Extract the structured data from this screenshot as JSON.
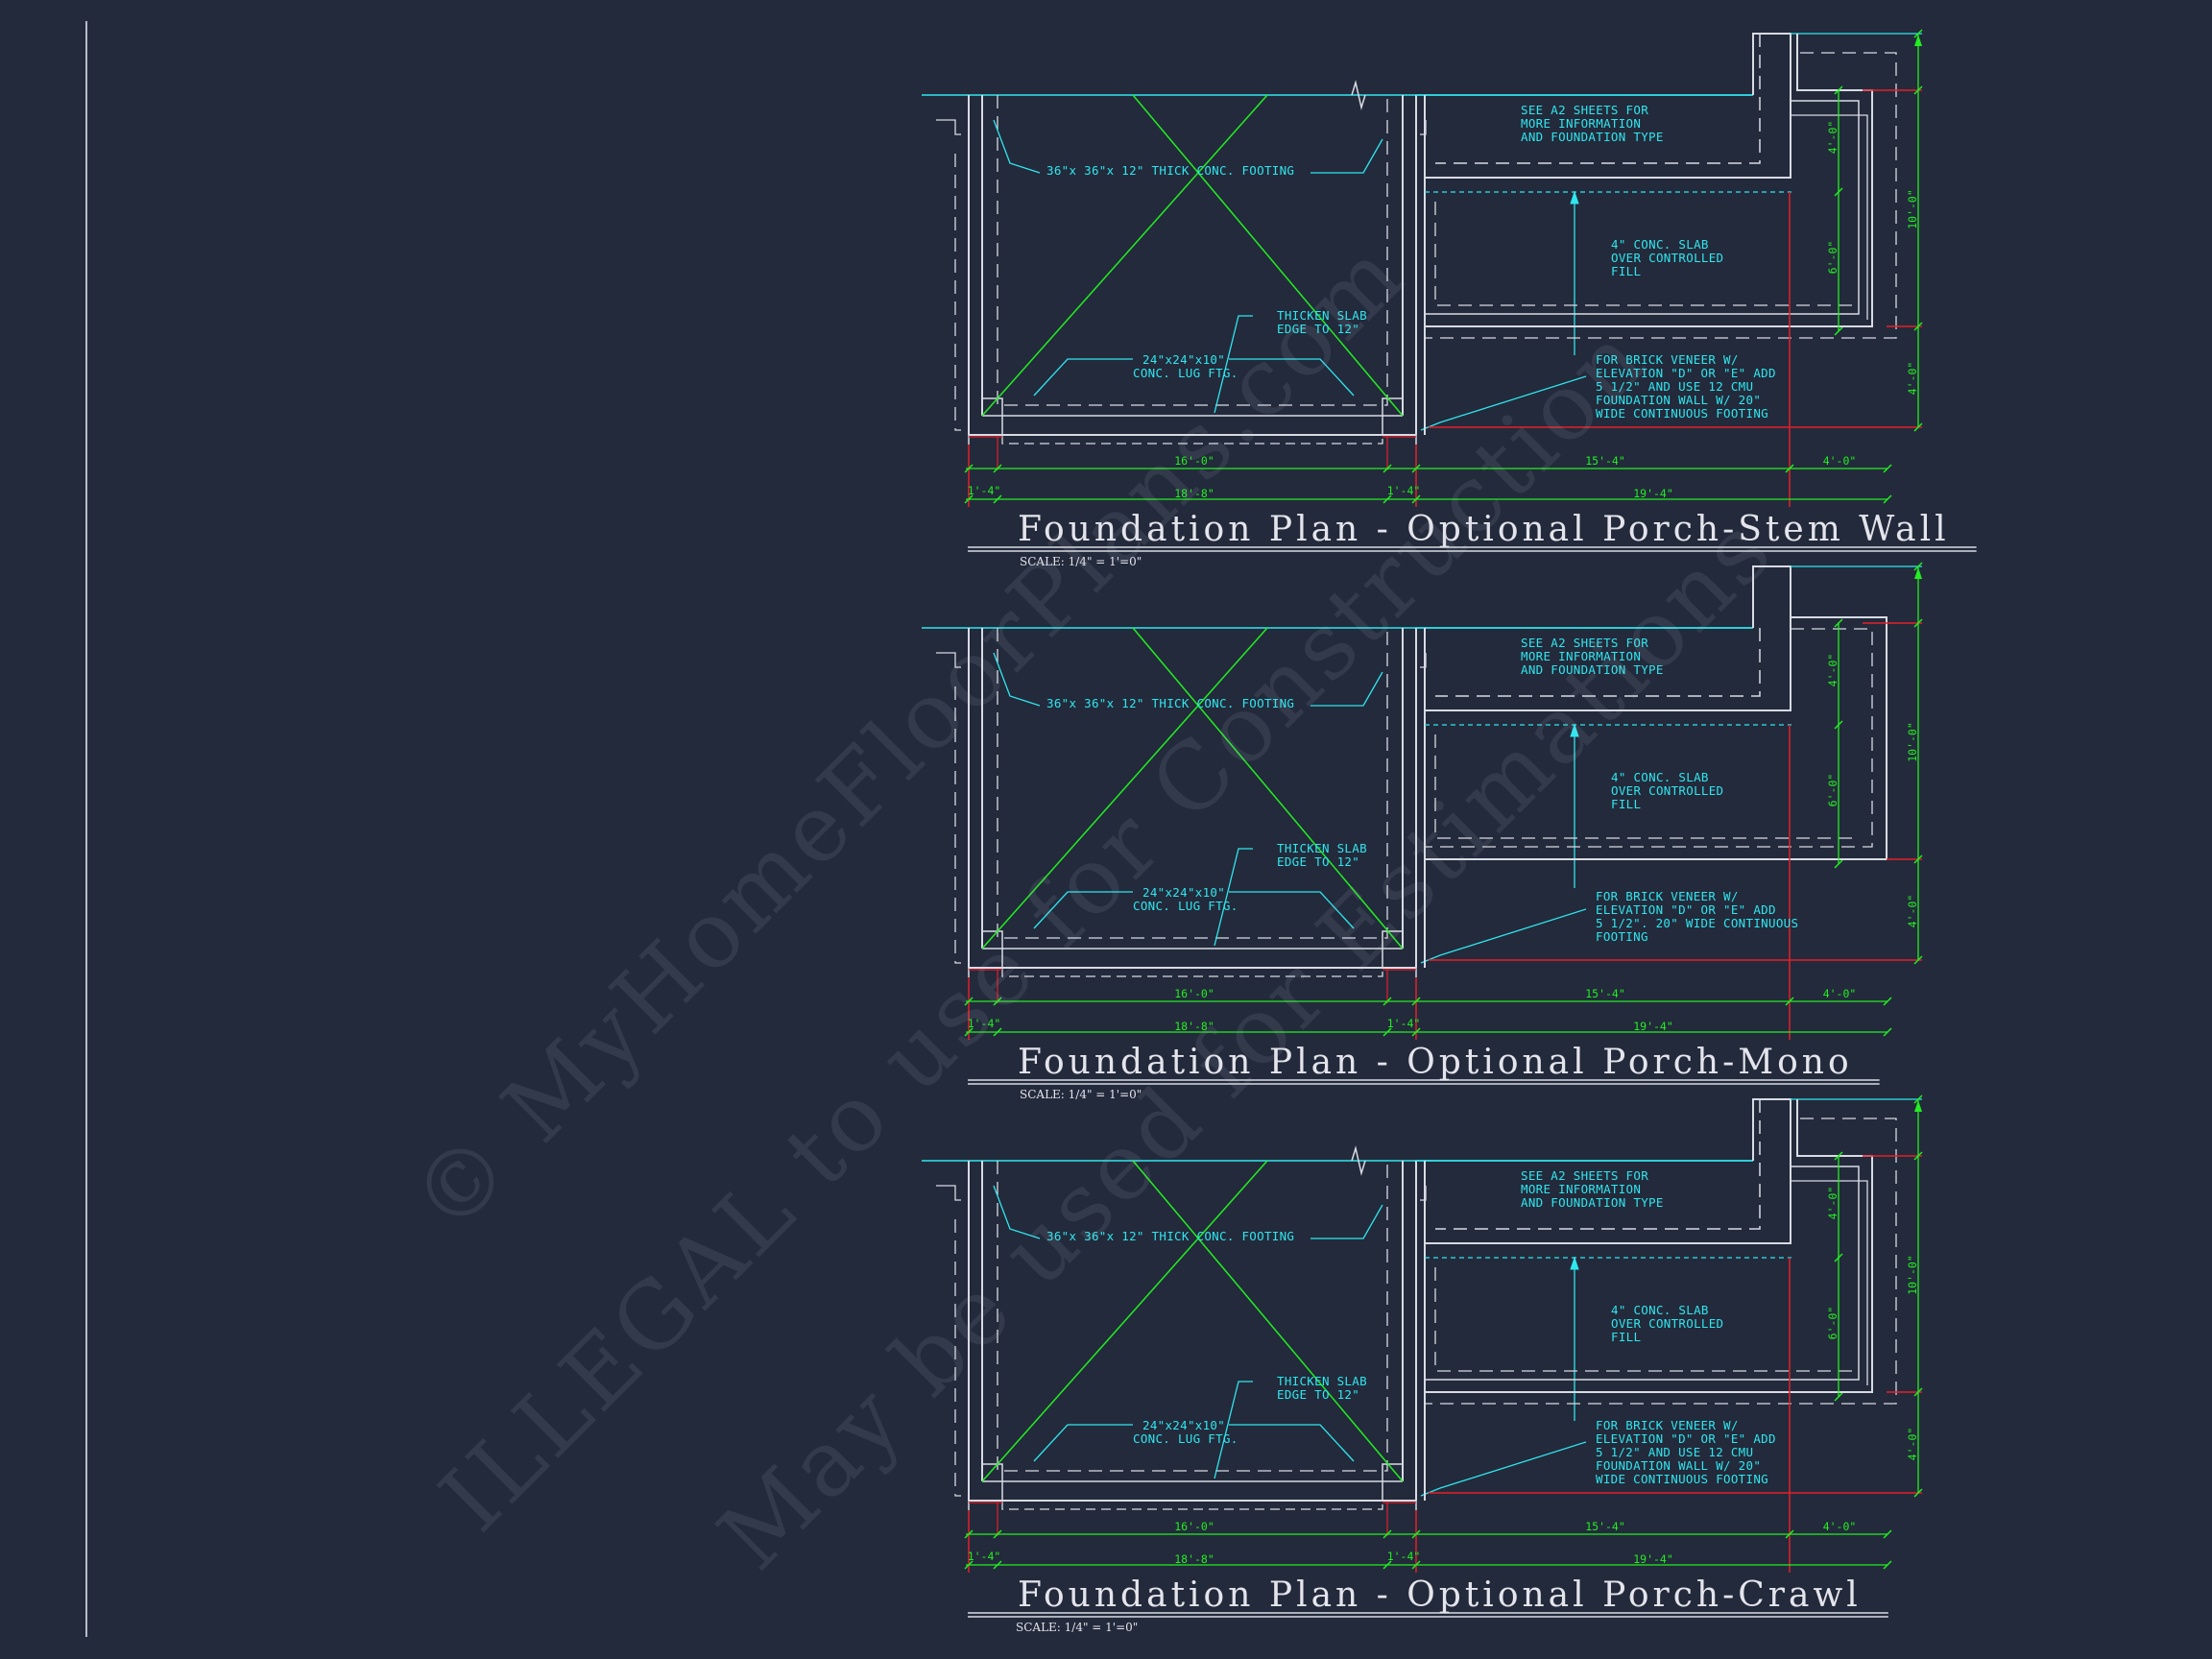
{
  "watermark": {
    "line1": "© MyHomeFloorPlans.com",
    "line2": "ILLEGAL to use for Construction",
    "line3": "May be used for Estimations"
  },
  "plans": [
    {
      "id": "stem-wall",
      "title": "Foundation Plan - Optional Porch-Stem Wall",
      "scale": "SCALE: 1/4\" = 1'=0\"",
      "notes": {
        "footing": "36\"x 36\"x 12\" THICK CONC. FOOTING",
        "see_a2": [
          "SEE A2 SHEETS FOR",
          "MORE INFORMATION",
          "AND FOUNDATION TYPE"
        ],
        "slab": [
          "4\" CONC. SLAB",
          "OVER CONTROLLED",
          "FILL"
        ],
        "thicken": [
          "THICKEN SLAB",
          "EDGE TO 12\""
        ],
        "lug": [
          "24\"x24\"x10\"",
          "CONC. LUG FTG."
        ],
        "brick": [
          "FOR BRICK VENEER W/",
          "ELEVATION \"D\" OR \"E\" ADD",
          "5 1/2\" AND USE 12 CMU",
          "FOUNDATION WALL W/ 20\"",
          "WIDE CONTINUOUS FOOTING"
        ]
      },
      "dims": {
        "row1": [
          "16'-0\"",
          "15'-4\"",
          "4'-0\""
        ],
        "row2": [
          "1'-4\"",
          "18'-8\"",
          "1'-4\"",
          "19'-4\""
        ],
        "vert_inner": [
          "4'-0\"",
          "6'-0\""
        ],
        "vert_outer": [
          "10'-0\"",
          "4'-0\""
        ]
      },
      "break_symbol": true,
      "step_wall": true
    },
    {
      "id": "mono",
      "title": "Foundation Plan - Optional Porch-Mono",
      "scale": "SCALE: 1/4\" = 1'=0\"",
      "notes": {
        "footing": "36\"x 36\"x 12\" THICK CONC. FOOTING",
        "see_a2": [
          "SEE A2 SHEETS FOR",
          "MORE INFORMATION",
          "AND FOUNDATION TYPE"
        ],
        "slab": [
          "4\" CONC. SLAB",
          "OVER CONTROLLED",
          "FILL"
        ],
        "thicken": [
          "THICKEN SLAB",
          "EDGE TO 12\""
        ],
        "lug": [
          "24\"x24\"x10\"",
          "CONC. LUG FTG."
        ],
        "brick": [
          "FOR BRICK VENEER W/",
          "ELEVATION \"D\" OR \"E\" ADD",
          "5 1/2\". 20\" WIDE CONTINUOUS",
          "FOOTING"
        ]
      },
      "dims": {
        "row1": [
          "16'-0\"",
          "15'-4\"",
          "4'-0\""
        ],
        "row2": [
          "1'-4\"",
          "18'-8\"",
          "1'-4\"",
          "19'-4\""
        ],
        "vert_inner": [
          "4'-0\"",
          "6'-0\""
        ],
        "vert_outer": [
          "10'-0\"",
          "4'-0\""
        ]
      },
      "break_symbol": false,
      "step_wall": false
    },
    {
      "id": "crawl",
      "title": "Foundation Plan - Optional Porch-Crawl",
      "scale": "SCALE: 1/4\" = 1'=0\"",
      "notes": {
        "footing": "36\"x 36\"x 12\" THICK CONC. FOOTING",
        "see_a2": [
          "SEE A2 SHEETS FOR",
          "MORE INFORMATION",
          "AND FOUNDATION TYPE"
        ],
        "slab": [
          "4\" CONC. SLAB",
          "OVER CONTROLLED",
          "FILL"
        ],
        "thicken": [
          "THICKEN SLAB",
          "EDGE TO 12\""
        ],
        "lug": [
          "24\"x24\"x10\"",
          "CONC. LUG FTG."
        ],
        "brick": [
          "FOR BRICK VENEER W/",
          "ELEVATION \"D\" OR \"E\" ADD",
          "5 1/2\" AND USE 12 CMU",
          "FOUNDATION WALL W/ 20\"",
          "WIDE CONTINUOUS FOOTING"
        ]
      },
      "dims": {
        "row1": [
          "16'-0\"",
          "15'-4\"",
          "4'-0\""
        ],
        "row2": [
          "1'-4\"",
          "18'-8\"",
          "1'-4\"",
          "19'-4\""
        ],
        "vert_inner": [
          "4'-0\"",
          "6'-0\""
        ],
        "vert_outer": [
          "10'-0\"",
          "4'-0\""
        ]
      },
      "break_symbol": true,
      "step_wall": true
    }
  ],
  "colors": {
    "background": "#232a3b",
    "wall": "#d8dbe4",
    "cyan": "#2fe6ee",
    "green": "#22ee22",
    "red": "#e3202a"
  }
}
